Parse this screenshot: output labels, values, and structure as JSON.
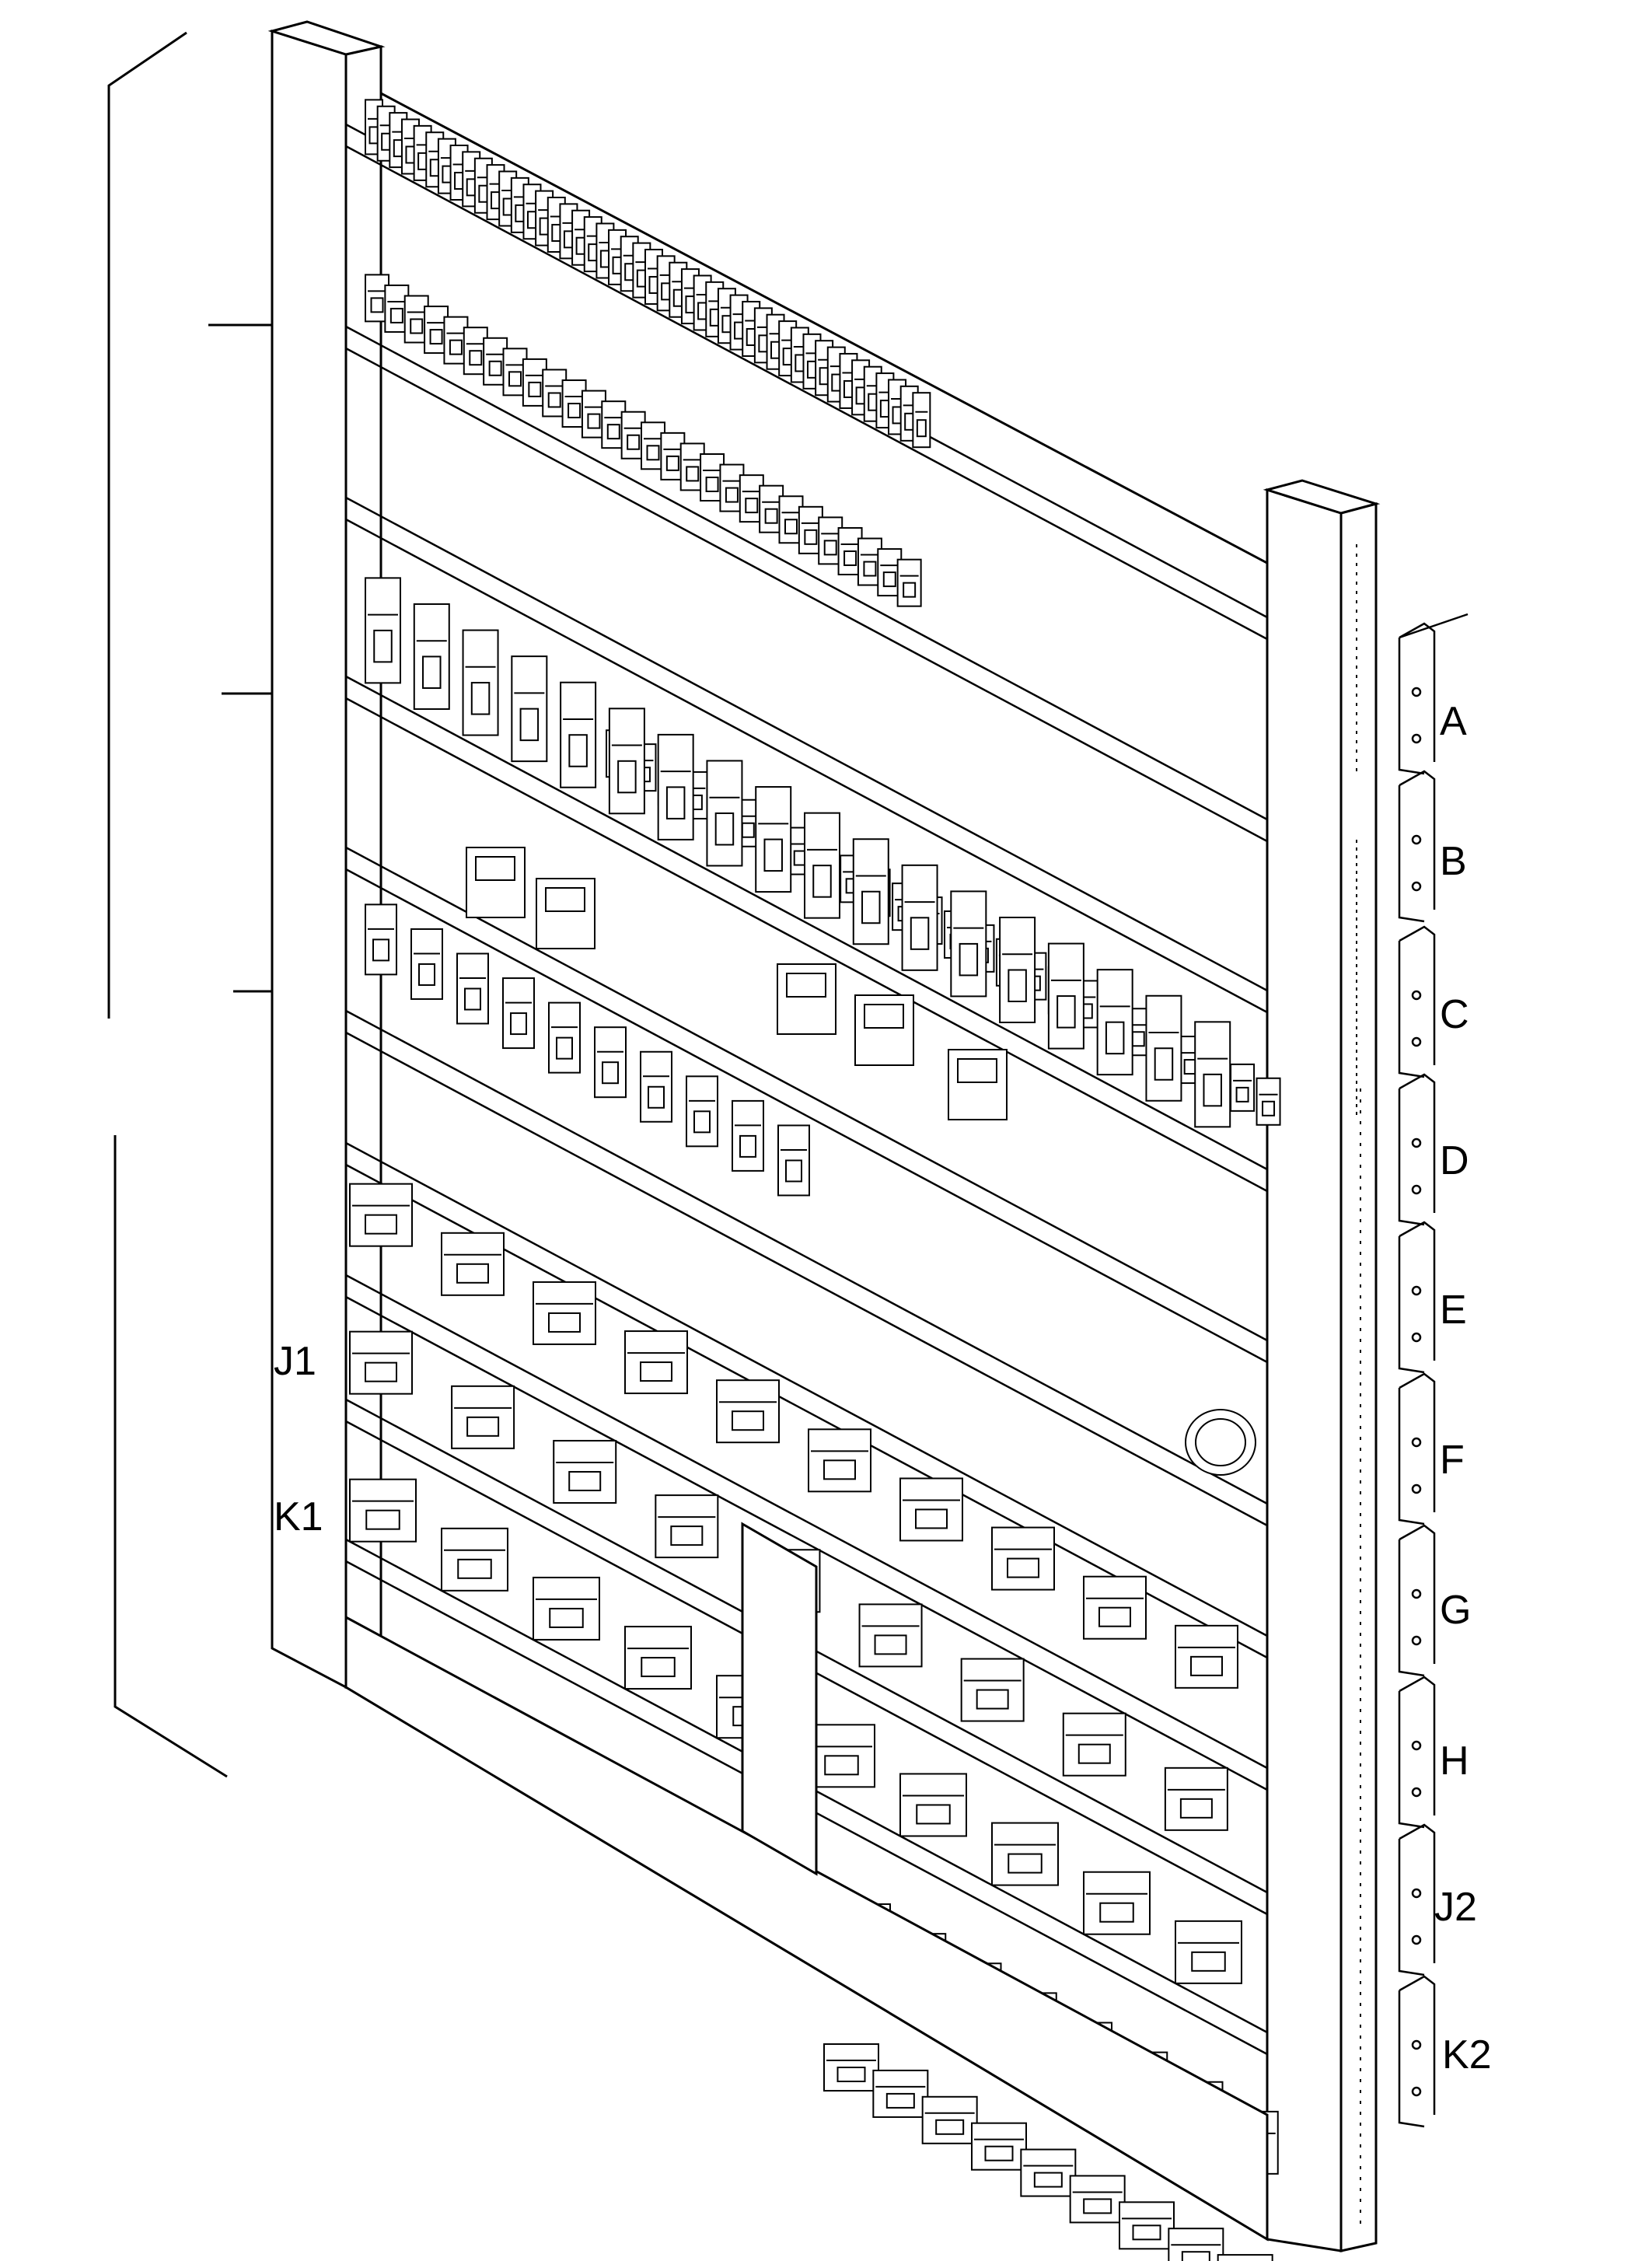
{
  "diagram": {
    "right_rail_labels": [
      "A",
      "B",
      "C",
      "D",
      "E",
      "F",
      "G",
      "H",
      "J2",
      "K2"
    ],
    "left_labels": [
      "J1",
      "K1"
    ],
    "colors": {
      "ink": "#000000",
      "paper": "#ffffff"
    }
  }
}
